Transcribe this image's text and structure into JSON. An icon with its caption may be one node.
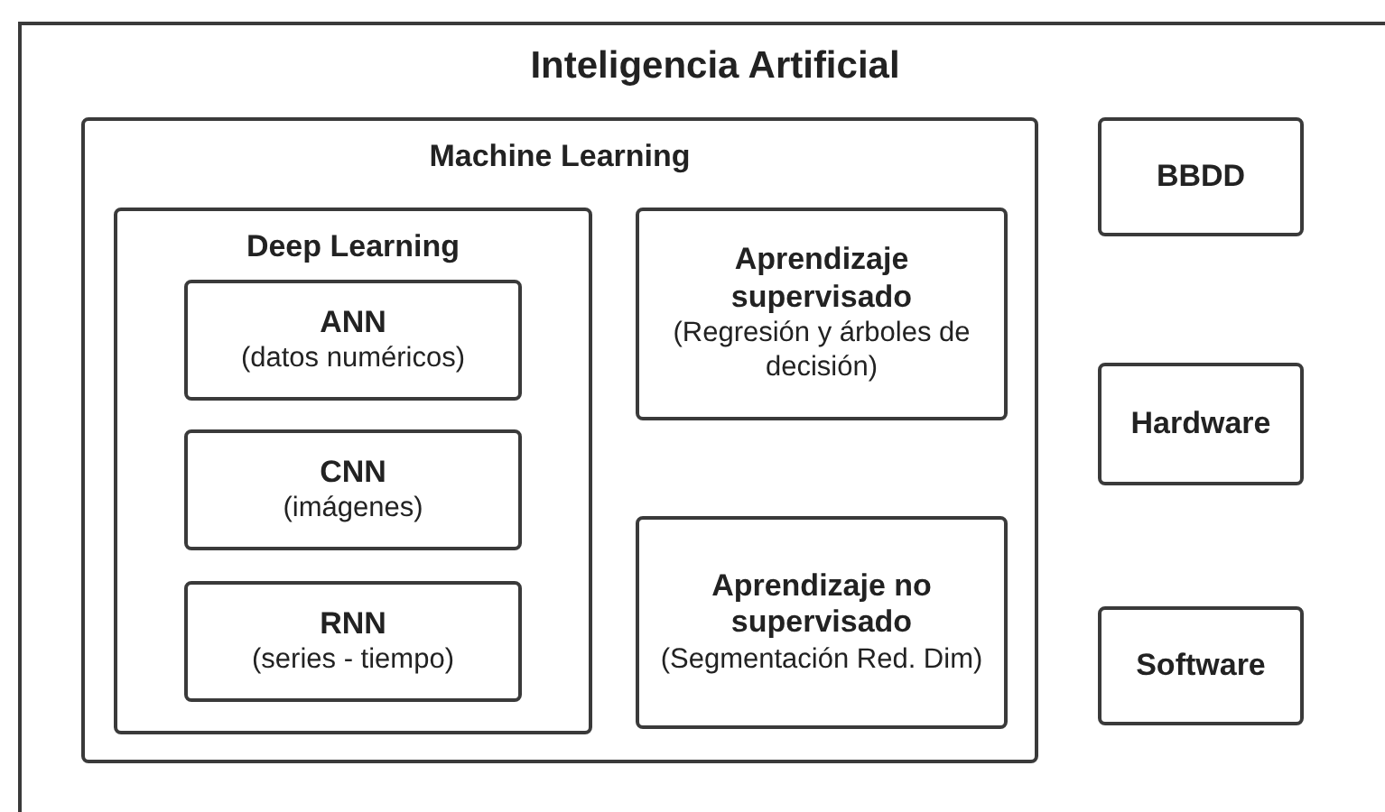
{
  "diagram": {
    "nodes": [
      {
        "text": [
          "Inteligencia Artificial"
        ]
      },
      {
        "text": [
          "Machine Learning"
        ],
        "in": 0
      },
      {
        "text": [
          "Deep Learning"
        ],
        "in": 1
      },
      {
        "text": [
          "ANN",
          "(datos numéricos)"
        ],
        "in": 2
      },
      {
        "text": [
          "CNN",
          "(imágenes)"
        ],
        "in": 2
      },
      {
        "text": [
          "RNN",
          "(series - tiempo)"
        ],
        "in": 2
      },
      {
        "text": [
          "Aprendizaje supervisado",
          "(Regresión y árboles de decisión)"
        ],
        "in": 1
      },
      {
        "text": [
          "Aprendizaje no supervisado",
          "(Segmentación Red. Dim)"
        ],
        "in": 1
      },
      {
        "text": [
          "BBDD"
        ],
        "in": 0
      },
      {
        "text": [
          "Hardware"
        ],
        "in": 0
      },
      {
        "text": [
          "Software"
        ],
        "in": 0
      }
    ]
  }
}
